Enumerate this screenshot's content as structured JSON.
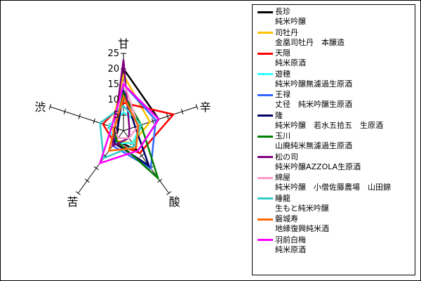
{
  "chart_data": {
    "type": "radar",
    "axes": [
      "甘",
      "辛",
      "酸",
      "苦",
      "渋"
    ],
    "rticks": [
      "0",
      "5",
      "10",
      "15",
      "20",
      "25"
    ],
    "rlim": [
      0,
      25
    ],
    "legend_position": "right",
    "series": [
      {
        "name": "長珍",
        "subname": "純米吟醸",
        "color": "#000000",
        "values": [
          20,
          12,
          8,
          4,
          2
        ]
      },
      {
        "name": "司牡丹",
        "subname": "金凰司牡丹　本醸造",
        "color": "#ffc000",
        "values": [
          18,
          9,
          5,
          4,
          4
        ]
      },
      {
        "name": "天隠",
        "subname": "純米原酒",
        "color": "#ff0000",
        "values": [
          9,
          17,
          9,
          5,
          7
        ]
      },
      {
        "name": "遊穂",
        "subname": "純米吟醸無濾過生原酒",
        "color": "#33ffff",
        "values": [
          6,
          6,
          5,
          5,
          5
        ]
      },
      {
        "name": "王禄",
        "subname": "丈径　純米吟醸生原酒",
        "color": "#3366ff",
        "values": [
          15,
          11,
          15,
          6,
          3
        ]
      },
      {
        "name": "隆",
        "subname": "純米吟醸　若水五拾五　生原酒",
        "color": "#000066",
        "values": [
          13,
          4,
          14,
          5,
          2
        ]
      },
      {
        "name": "玉川",
        "subname": "山廃純米無濾過生原酒",
        "color": "#008000",
        "values": [
          12,
          6,
          19,
          4,
          3
        ]
      },
      {
        "name": "松の司",
        "subname": "純米吟醸AZZOLA生原酒",
        "color": "#800080",
        "values": [
          23,
          2,
          3,
          6,
          3
        ]
      },
      {
        "name": "綿屋",
        "subname": "純米吟醸　小僧佐藤農場　山田錦",
        "color": "#ff99cc",
        "values": [
          16,
          5,
          3,
          3,
          3
        ]
      },
      {
        "name": "睡龍",
        "subname": "生もと純米吟醸",
        "color": "#33cccc",
        "values": [
          8,
          6,
          6,
          11,
          8
        ]
      },
      {
        "name": "磐城寿",
        "subname": "地縁復興純米酒",
        "color": "#ff6600",
        "values": [
          11,
          5,
          7,
          8,
          3
        ]
      },
      {
        "name": "羽前白梅",
        "subname": "純米原酒",
        "color": "#ff00ff",
        "values": [
          15,
          12,
          8,
          13,
          4
        ]
      }
    ]
  }
}
